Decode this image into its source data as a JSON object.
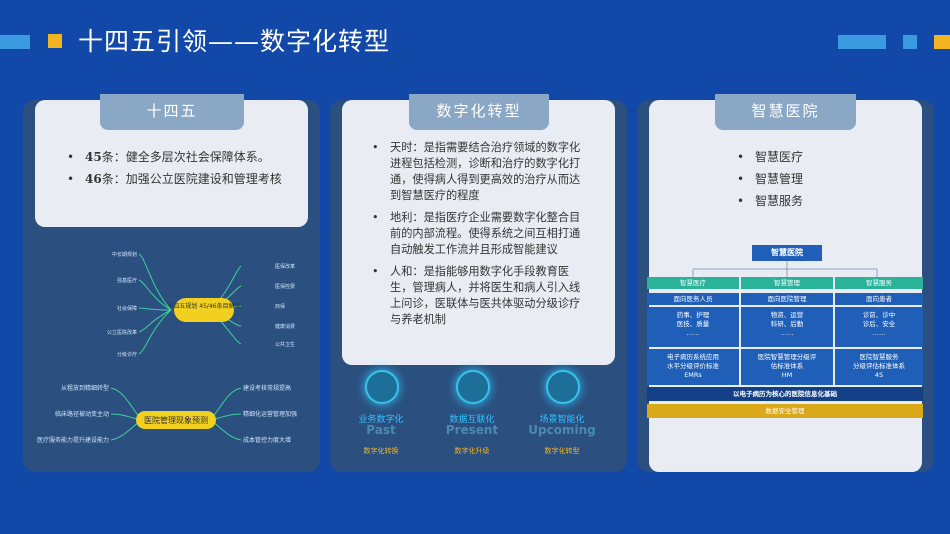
{
  "slide": {
    "title": "十四五引领——数字化转型"
  },
  "panel1": {
    "tab": "十四五",
    "bullets": [
      {
        "num": "45",
        "text": "条：健全多层次社会保障体系。"
      },
      {
        "num": "46",
        "text": "条：加强公立医院建设和管理考核"
      }
    ],
    "mindmap": {
      "center": "十四五规划 45/46条目解读",
      "left": [
        "中长期规划",
        "强基医疗",
        "社会保障",
        "公立医院改革",
        "分级诊疗"
      ],
      "right": [
        "医保改革",
        "医保控费",
        "商保",
        "健康消费",
        "公共卫生"
      ],
      "bottom_center": "医院管理现象预测",
      "bottom_left": [
        "从粗放到精细转型",
        "临床路径被动变主动",
        "医疗服务能力提升建设能力"
      ],
      "bottom_right": [
        "建设考核常规提高",
        "精细化运营管理加强",
        "成本管控力度大增"
      ]
    }
  },
  "panel2": {
    "tab": "数字化转型",
    "bullets": [
      "天时：是指需要结合治疗领域的数字化进程包括检测，诊断和治疗的数字化打通，使得病人得到更高效的治疗从而达到智慧医疗的程度",
      "地利：是指医疗企业需要数字化整合目前的内部流程。使得系统之间互相打通自动触发工作流并且形成智能建议",
      "人和：是指能够用数字化手段教育医生，管理病人，并将医生和病人引入线上问诊，医联体与医共体驱动分级诊疗与养老机制"
    ],
    "steps": [
      {
        "cn": "业务数字化",
        "en": "Past",
        "sub": "数字化转换"
      },
      {
        "cn": "数据互联化",
        "en": "Present",
        "sub": "数字化升级"
      },
      {
        "cn": "场景智能化",
        "en": "Upcoming",
        "sub": "数字化转型"
      }
    ]
  },
  "panel3": {
    "tab": "智慧医院",
    "bullets": [
      "智慧医疗",
      "智慧管理",
      "智慧服务"
    ],
    "diagram": {
      "top": "智慧医院",
      "columns": [
        {
          "head": "智慧医疗",
          "target": "面向医务人员",
          "items": "药事、护理\n医技、质量\n……",
          "std": "电子病历系统应用\n水平分级评价标准\nEMRs"
        },
        {
          "head": "智慧管理",
          "target": "面向医院管理",
          "items": "物资、运营\n科研、后勤\n……",
          "std": "医院智慧管理分级评\n估标准体系\nHM"
        },
        {
          "head": "智慧服务",
          "target": "面向患者",
          "items": "诊前、诊中\n诊后、安全\n……",
          "std": "医院智慧服务\n分级评估标准体系\n4S"
        }
      ],
      "base": "以电子病历为核心的医院信息化基础",
      "security": "数据安全管理"
    }
  },
  "colors": {
    "bg": "#1248a8",
    "accent": "#f2b420",
    "cyan": "#2fc3ff",
    "tab": "#8aa7c6"
  }
}
